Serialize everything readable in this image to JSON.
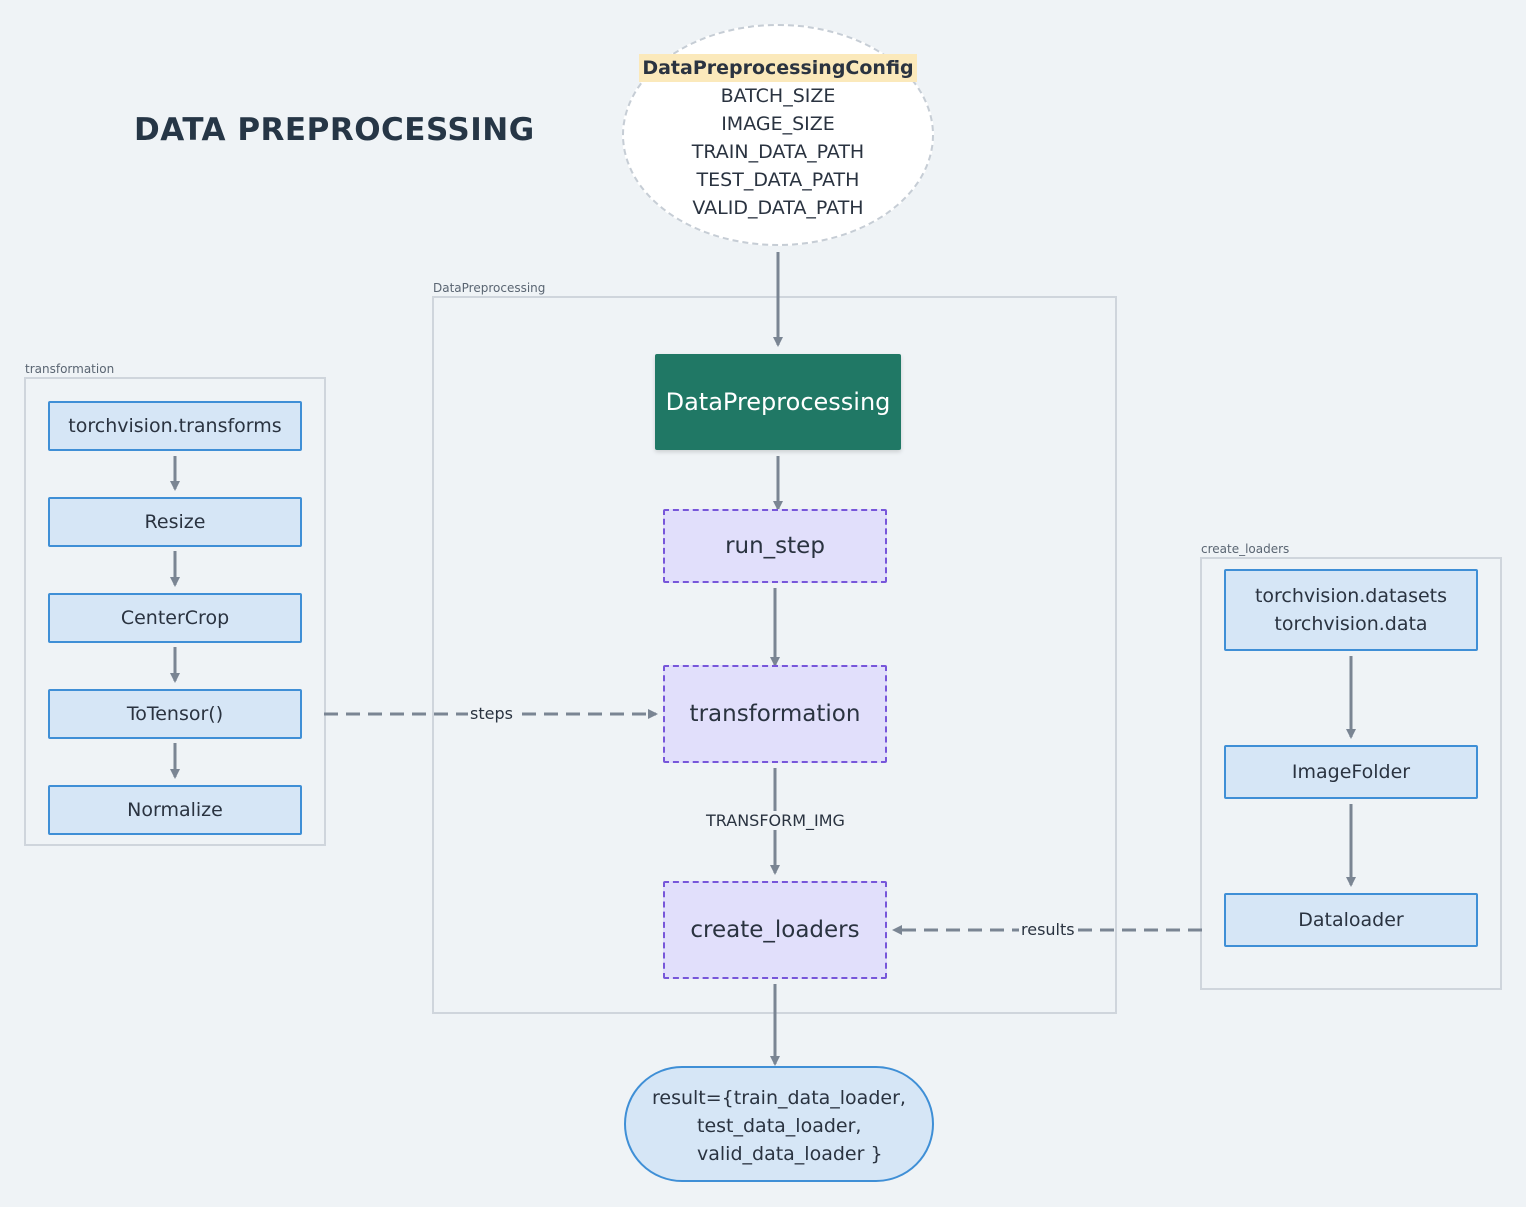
{
  "title": "DATA PREPROCESSING",
  "config": {
    "heading": "DataPreprocessingConfig",
    "fields": [
      "BATCH_SIZE",
      "IMAGE_SIZE",
      "TRAIN_DATA_PATH",
      "TEST_DATA_PATH",
      "VALID_DATA_PATH"
    ]
  },
  "groups": {
    "transformation": "transformation",
    "data_preprocessing": "DataPreprocessing",
    "create_loaders": "create_loaders"
  },
  "transformation_steps": [
    "torchvision.transforms",
    "Resize",
    "CenterCrop",
    "ToTensor()",
    "Normalize"
  ],
  "main": {
    "class_node": "DataPreprocessing",
    "run_step": "run_step",
    "transformation": "transformation",
    "create_loaders": "create_loaders"
  },
  "loaders": {
    "sources": [
      "torchvision.datasets",
      "torchvision.data"
    ],
    "image_folder": "ImageFolder",
    "dataloader": "Dataloader"
  },
  "edges": {
    "steps": "steps",
    "transform_img": "TRANSFORM_IMG",
    "results": "results"
  },
  "result": [
    "result={train_data_loader,",
    "test_data_loader,",
    "valid_data_loader }"
  ],
  "colors": {
    "background": "#eff3f6",
    "main_node": "#207865",
    "method_fill": "#e1dffb",
    "method_border": "#7756da",
    "component_fill": "#d6e6f6",
    "component_border": "#3f8fd6",
    "config_highlight": "#fbe9bb",
    "arrow": "#7a8593"
  }
}
